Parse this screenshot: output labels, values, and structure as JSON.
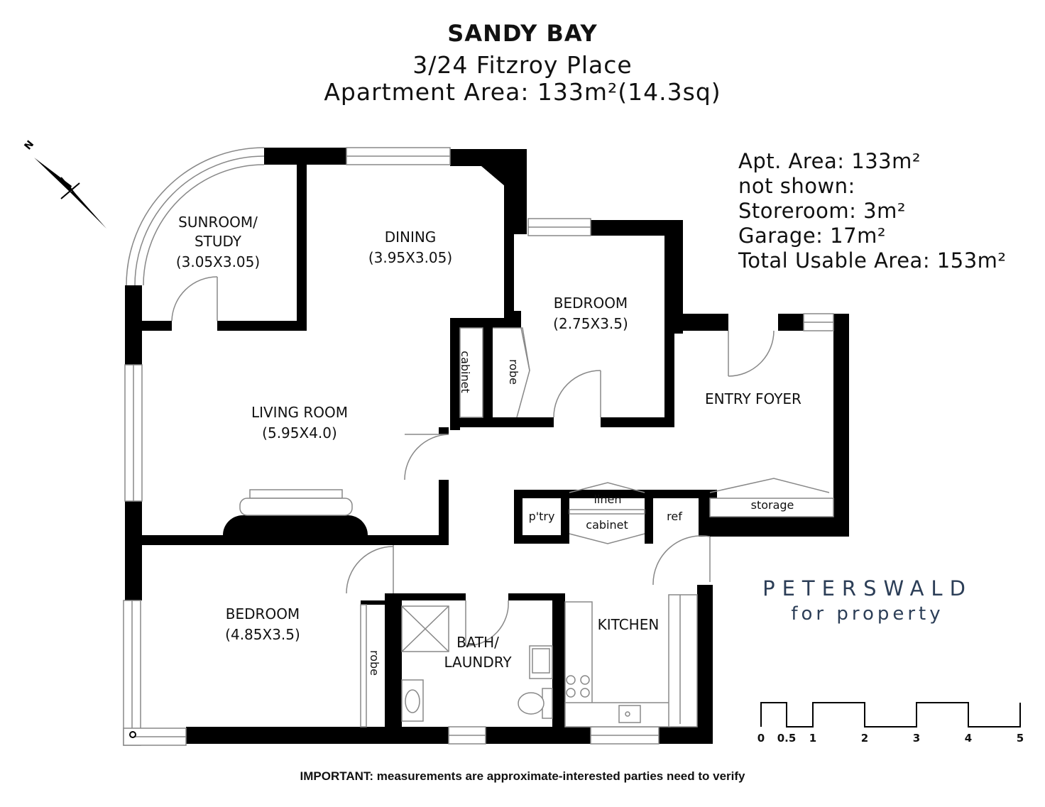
{
  "header": {
    "title": "SANDY BAY",
    "address": "3/24 Fitzroy Place",
    "apartment_area": "Apartment Area: 133m²(14.3sq)"
  },
  "areas": {
    "apt_area": "Apt. Area: 133m²",
    "not_shown": "not shown:",
    "storeroom": "Storeroom: 3m²",
    "garage": "Garage: 17m²",
    "total": "Total Usable Area: 153m²"
  },
  "compass": {
    "label": "N",
    "icon": "north-arrow-icon"
  },
  "rooms": {
    "sunroom": "SUNROOM/",
    "sunroom_2": "STUDY",
    "sunroom_dim": "(3.05X3.05)",
    "dining": "DINING",
    "dining_dim": "(3.95X3.05)",
    "bedroom1": "BEDROOM",
    "bedroom1_dim": "(2.75X3.5)",
    "living": "LIVING ROOM",
    "living_dim": "(5.95X4.0)",
    "entry": "ENTRY FOYER",
    "bedroom2": "BEDROOM",
    "bedroom2_dim": "(4.85X3.5)",
    "bath": "BATH/",
    "bath_2": "LAUNDRY",
    "kitchen": "KITCHEN"
  },
  "fixtures": {
    "cabinet_v": "cabinet",
    "robe_1": "robe",
    "linen": "linen",
    "pantry": "p'try",
    "cabinet_h": "cabinet",
    "ref": "ref",
    "storage": "storage",
    "robe_2": "robe"
  },
  "brand": {
    "name": "PETERSWALD",
    "tagline": "for property",
    "color": "#2c3e57"
  },
  "scale": {
    "ticks": [
      "0",
      "0.5",
      "1",
      "2",
      "3",
      "4",
      "5"
    ]
  },
  "notice": "IMPORTANT: measurements are approximate-interested parties need to verify"
}
